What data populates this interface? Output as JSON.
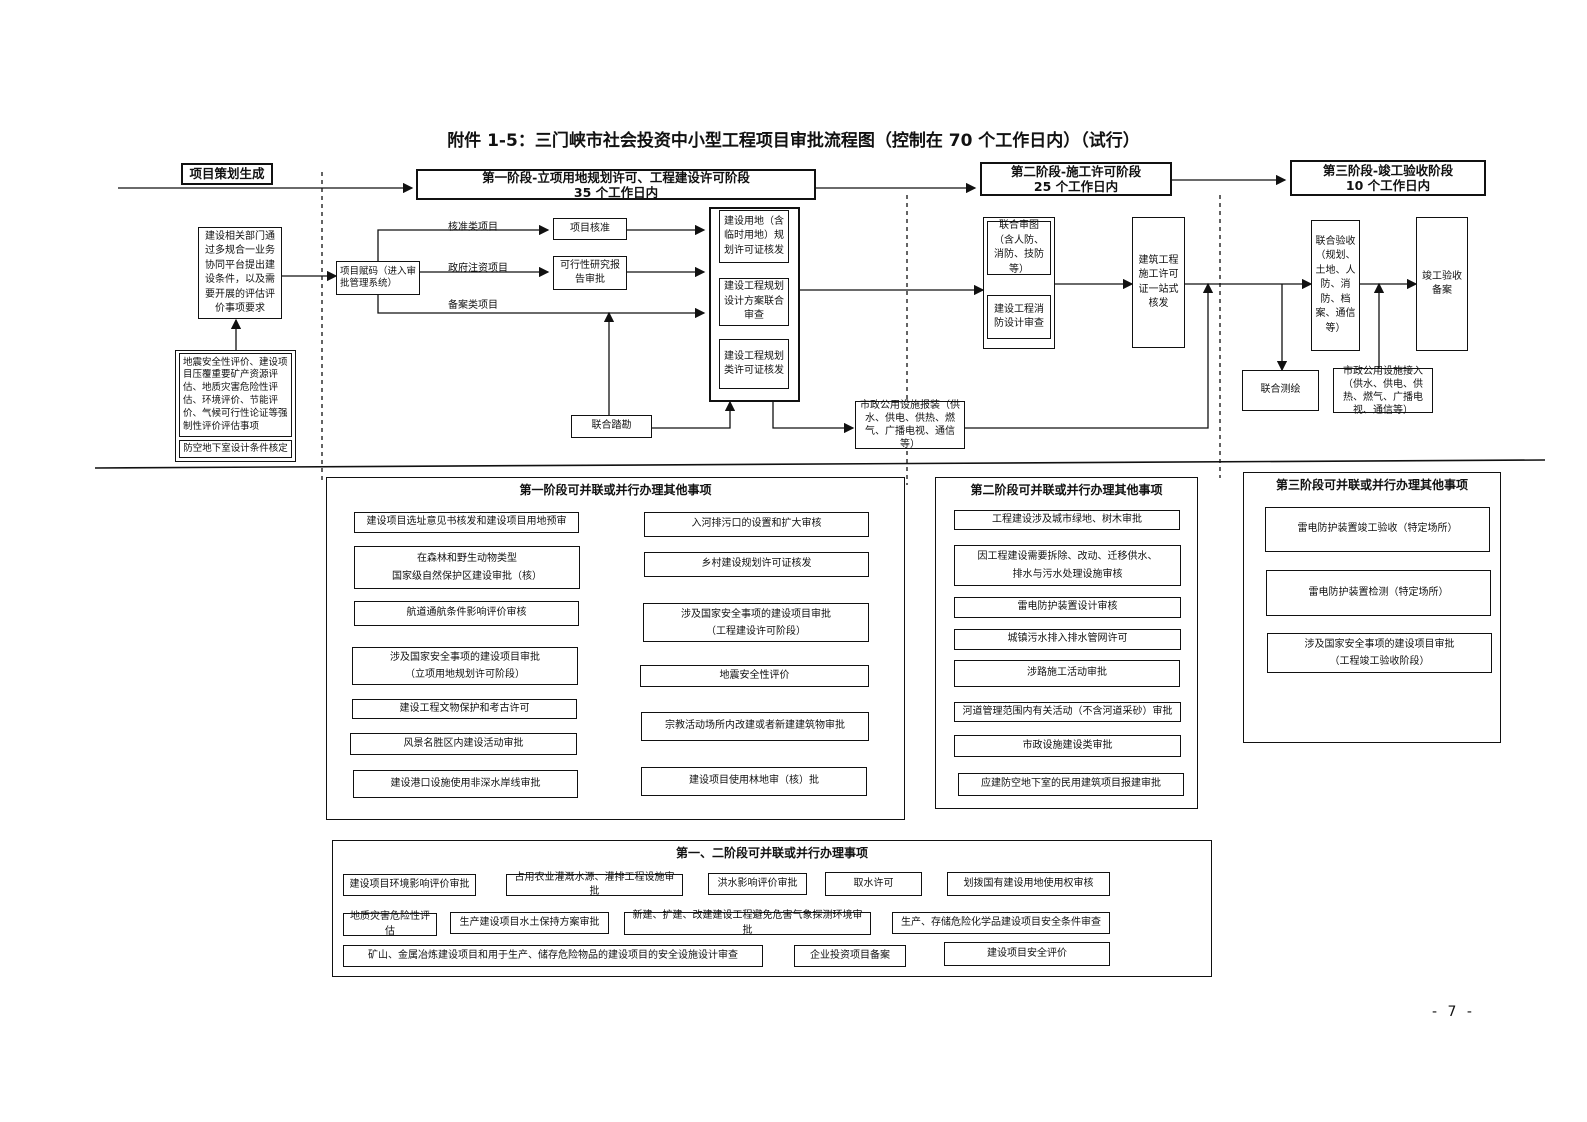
{
  "title": "附件 1-5：三门峡市社会投资中小型工程项目审批流程图（控制在 70 个工作日内）（试行）",
  "page_number": "- 7 -",
  "stages": {
    "planning": "项目策划生成",
    "stage1_name": "第一阶段-立项用地规划许可、工程建设许可阶段",
    "stage1_days": "35 个工作日内",
    "stage2_name": "第二阶段-施工许可阶段",
    "stage2_days": "25 个工作日内",
    "stage3_name": "第三阶段-竣工验收阶段",
    "stage3_days": "10 个工作日内"
  },
  "flow": {
    "dept_conditions": "建设相关部门通过多规合一业务协同平台提出建设条件，以及需要开展的评估评价事项要求",
    "evaluations": "地震安全性评价、建设项目压覆重要矿产资源评估、地质灾害危险性评估、环境评价、节能评价、气候可行性论证等强制性评价评估事项",
    "air_defense": "防空地下室设计条件核定",
    "project_code": "项目赋码（进入审批管理系统）",
    "label_approval": "核准类项目",
    "label_gov": "政府注资项目",
    "label_filing": "备案类项目",
    "approval_box": "项目核准",
    "feasibility_box": "可行性研究报告审批",
    "land_permit": "建设用地（含临时用地）规划许可证核发",
    "design_review": "建设工程规划设计方案联合审查",
    "planning_permit": "建设工程规划类许可证核发",
    "joint_survey": "联合踏勘",
    "municipal_report": "市政公用设施报装（供水、供电、供热、燃气、广播电视、通信等）",
    "joint_drawing": "联合审图（含人防、消防、技防等）",
    "fire_review": "建设工程消防设计审查",
    "construction_permit": "建筑工程施工许可证一站式核发",
    "joint_acceptance": "联合验收（规划、土地、人防、消防、档案、通信等）",
    "completion_filing": "竣工验收备案",
    "joint_mapping": "联合测绘",
    "municipal_connect": "市政公用设施接入（供水、供电、供热、燃气、广播电视、通信等）"
  },
  "parallel1": {
    "title": "第一阶段可并联或并行办理其他事项",
    "left": [
      "建设项目选址意见书核发和建设项目用地预审",
      "在森林和野生动物类型\n国家级自然保护区建设审批（核）",
      "航道通航条件影响评价审核",
      "涉及国家安全事项的建设项目审批\n（立项用地规划许可阶段）",
      "建设工程文物保护和考古许可",
      "风景名胜区内建设活动审批",
      "建设港口设施使用非深水岸线审批"
    ],
    "right": [
      "入河排污口的设置和扩大审核",
      "乡村建设规划许可证核发",
      "涉及国家安全事项的建设项目审批\n（工程建设许可阶段）",
      "地震安全性评价",
      "宗教活动场所内改建或者新建建筑物审批",
      "建设项目使用林地审（核）批"
    ]
  },
  "parallel2": {
    "title": "第二阶段可并联或并行办理其他事项",
    "items": [
      "工程建设涉及城市绿地、树木审批",
      "因工程建设需要拆除、改动、迁移供水、\n排水与污水处理设施审核",
      "雷电防护装置设计审核",
      "城镇污水排入排水管网许可",
      "涉路施工活动审批",
      "河道管理范围内有关活动（不含河道采砂）审批",
      "市政设施建设类审批",
      "应建防空地下室的民用建筑项目报建审批"
    ]
  },
  "parallel3": {
    "title": "第三阶段可并联或并行办理其他事项",
    "items": [
      "雷电防护装置竣工验收（特定场所）",
      "雷电防护装置检测（特定场所）",
      "涉及国家安全事项的建设项目审批\n（工程竣工验收阶段）"
    ]
  },
  "parallel12": {
    "title": "第一、二阶段可并联或并行办理事项",
    "row1": [
      "建设项目环境影响评价审批",
      "占用农业灌溉水源、灌排工程设施审批",
      "洪水影响评价审批",
      "取水许可",
      "划拨国有建设用地使用权审核"
    ],
    "row2": [
      "地质灾害危险性评估",
      "生产建设项目水土保持方案审批",
      "新建、扩建、改建建设工程避免危害气象探测环境审批",
      "生产、存储危险化学品建设项目安全条件审查"
    ],
    "row3": [
      "矿山、金属冶炼建设项目和用于生产、储存危险物品的建设项目的安全设施设计审查",
      "企业投资项目备案",
      "建设项目安全评价"
    ]
  }
}
